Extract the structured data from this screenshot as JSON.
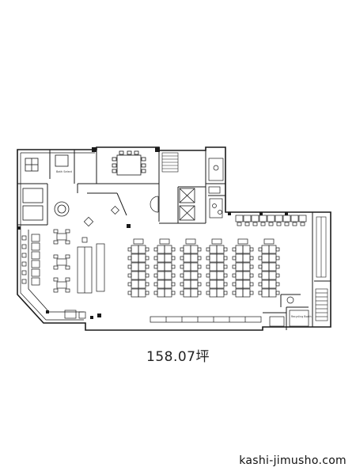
{
  "floor_plan": {
    "area_label": "158.07坪",
    "rooms": {
      "bath_label": "Bath Select",
      "recovery_label": "Recycling Booth"
    }
  },
  "footer": {
    "site": "kashi-jimusho.com"
  }
}
